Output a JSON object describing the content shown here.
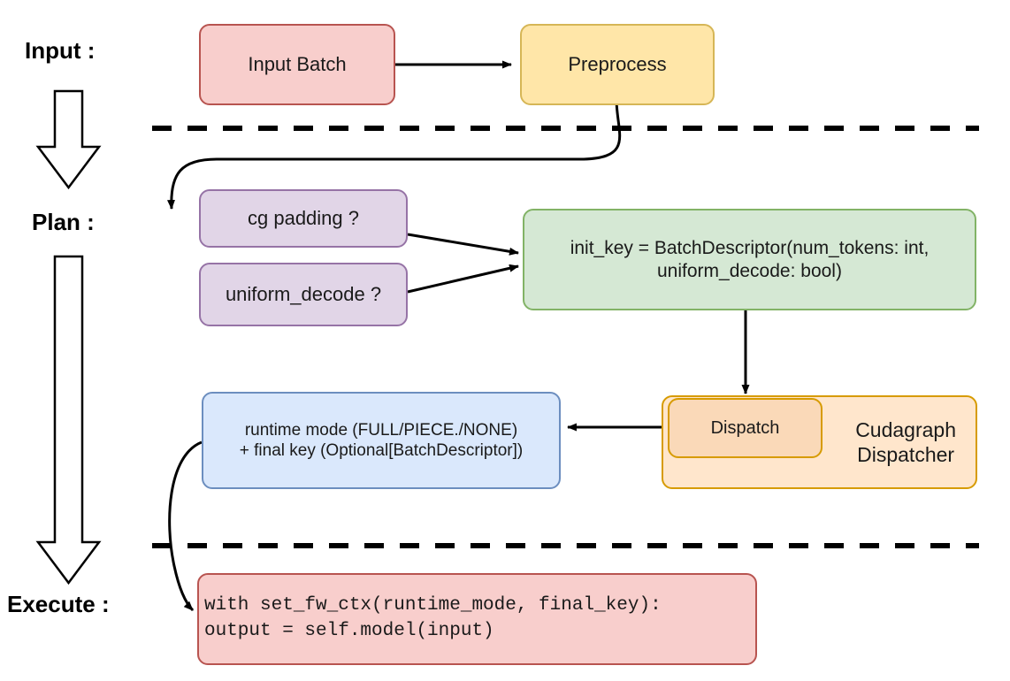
{
  "diagram": {
    "title_stages": [
      {
        "id": "input",
        "label": "Input :"
      },
      {
        "id": "plan",
        "label": "Plan :"
      },
      {
        "id": "execute",
        "label": "Execute :"
      }
    ],
    "nodes": {
      "input_batch": {
        "label": "Input Batch",
        "fill": "#f8cecc",
        "stroke": "#b85450"
      },
      "preprocess": {
        "label": "Preprocess",
        "fill": "#ffe6a8",
        "stroke": "#d6b656"
      },
      "cg_padding": {
        "label": "cg padding ?",
        "fill": "#e1d5e7",
        "stroke": "#9673a6"
      },
      "uniform_decode": {
        "label": "uniform_decode ?",
        "fill": "#e1d5e7",
        "stroke": "#9673a6"
      },
      "init_key": {
        "label": "init_key = BatchDescriptor(num_tokens: int,\nuniform_decode: bool)",
        "fill": "#d5e8d4",
        "stroke": "#82b366"
      },
      "cudagraph_dispatcher": {
        "label": "Cudagraph\nDispatcher",
        "fill": "#ffe6cc",
        "stroke": "#d79b00"
      },
      "dispatch": {
        "label": "Dispatch",
        "fill": "#fad9b8",
        "stroke": "#d79b00"
      },
      "runtime_mode": {
        "label": "runtime mode (FULL/PIECE./NONE)\n+ final key (Optional[BatchDescriptor])",
        "fill": "#dae8fc",
        "stroke": "#6c8ebf"
      },
      "execute_code": {
        "label": "with set_fw_ctx(runtime_mode, final_key):\n    output = self.model(input)",
        "fill": "#f8cecc",
        "stroke": "#b85450"
      }
    },
    "separators": [
      {
        "id": "separator-input-plan"
      },
      {
        "id": "separator-plan-execute"
      }
    ],
    "stage_arrows": [
      {
        "id": "stage-arrow-input-to-plan"
      },
      {
        "id": "stage-arrow-plan-to-execute"
      }
    ],
    "edges": [
      {
        "id": "input-batch-to-preprocess"
      },
      {
        "id": "preprocess-to-cg-padding"
      },
      {
        "id": "cg-padding-to-init-key"
      },
      {
        "id": "uniform-decode-to-init-key"
      },
      {
        "id": "init-key-to-dispatch"
      },
      {
        "id": "dispatch-to-runtime-mode"
      },
      {
        "id": "runtime-mode-to-execute-code"
      }
    ]
  }
}
